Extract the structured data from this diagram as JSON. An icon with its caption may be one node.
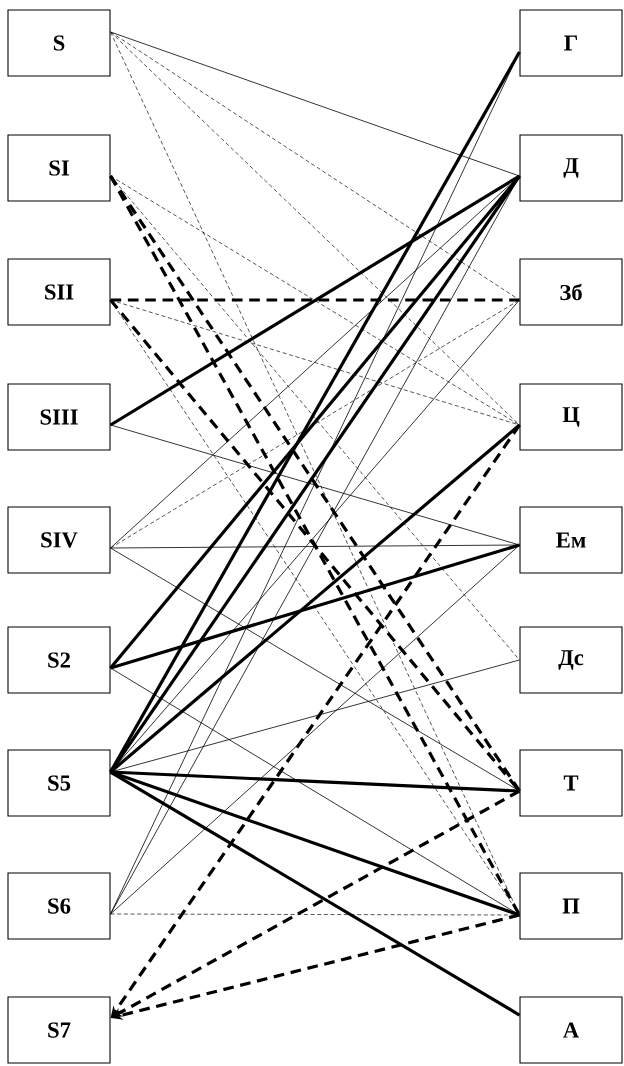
{
  "diagram": {
    "nodes": [
      {
        "text": [
          "S"
        ]
      },
      {
        "text": [
          "SI"
        ]
      },
      {
        "text": [
          "SII"
        ]
      },
      {
        "text": [
          "SIII"
        ]
      },
      {
        "text": [
          "SIV"
        ]
      },
      {
        "text": [
          "S2"
        ]
      },
      {
        "text": [
          "S5"
        ]
      },
      {
        "text": [
          "S6"
        ]
      },
      {
        "text": [
          "S7"
        ]
      },
      {
        "text": [
          "Г"
        ]
      },
      {
        "text": [
          "Д"
        ]
      },
      {
        "text": [
          "Зб"
        ]
      },
      {
        "text": [
          "Ц"
        ]
      },
      {
        "text": [
          "Ем"
        ]
      },
      {
        "text": [
          "Дс"
        ]
      },
      {
        "text": [
          "Т"
        ]
      },
      {
        "text": [
          "П"
        ]
      },
      {
        "text": [
          "А"
        ]
      }
    ],
    "edges": [
      {
        "from": 0,
        "to": 10,
        "arrow": "none"
      },
      {
        "from": 0,
        "to": 11,
        "arrow": "none",
        "style": "dashed"
      },
      {
        "from": 0,
        "to": 12,
        "arrow": "none",
        "style": "dashed"
      },
      {
        "from": 0,
        "to": 16,
        "arrow": "none",
        "style": "dashed"
      },
      {
        "from": 1,
        "to": 12,
        "arrow": "none",
        "style": "dashed"
      },
      {
        "from": 1,
        "to": 14,
        "arrow": "none",
        "style": "dashed"
      },
      {
        "from": 1,
        "to": 15,
        "arrow": "none",
        "style": "dashed"
      },
      {
        "from": 1,
        "to": 16,
        "arrow": "none",
        "style": "dashed"
      },
      {
        "from": 2,
        "to": 11,
        "arrow": "none",
        "style": "dashed"
      },
      {
        "from": 2,
        "to": 12,
        "arrow": "none",
        "style": "dashed"
      },
      {
        "from": 2,
        "to": 16,
        "arrow": "none",
        "style": "dashed"
      },
      {
        "from": 2,
        "to": 15,
        "arrow": "none",
        "style": "dashed"
      },
      {
        "from": 3,
        "to": 10,
        "arrow": "none",
        "style": "thick"
      },
      {
        "from": 3,
        "to": 13,
        "arrow": "none"
      },
      {
        "from": 4,
        "to": 10,
        "arrow": "none"
      },
      {
        "from": 4,
        "to": 11,
        "arrow": "none",
        "style": "dashed"
      },
      {
        "from": 4,
        "to": 13,
        "arrow": "none"
      },
      {
        "from": 4,
        "to": 15,
        "arrow": "none"
      },
      {
        "from": 5,
        "to": 10,
        "arrow": "none",
        "style": "thick"
      },
      {
        "from": 5,
        "to": 13,
        "arrow": "none",
        "style": "thick"
      },
      {
        "from": 5,
        "to": 16,
        "arrow": "none"
      },
      {
        "from": 6,
        "to": 9,
        "arrow": "none",
        "style": "thick"
      },
      {
        "from": 6,
        "to": 10,
        "arrow": "none",
        "style": "thick"
      },
      {
        "from": 6,
        "to": 11,
        "arrow": "none"
      },
      {
        "from": 6,
        "to": 12,
        "arrow": "none",
        "style": "thick"
      },
      {
        "from": 6,
        "to": 14,
        "arrow": "none"
      },
      {
        "from": 6,
        "to": 15,
        "arrow": "none",
        "style": "thick"
      },
      {
        "from": 6,
        "to": 16,
        "arrow": "none",
        "style": "thick"
      },
      {
        "from": 6,
        "to": 17,
        "arrow": "none",
        "style": "thick"
      },
      {
        "from": 7,
        "to": 9,
        "arrow": "none"
      },
      {
        "from": 7,
        "to": 10,
        "arrow": "none"
      },
      {
        "from": 7,
        "to": 13,
        "arrow": "none"
      },
      {
        "from": 7,
        "to": 16,
        "arrow": "none",
        "style": "dashed"
      },
      {
        "from": 12,
        "to": 8,
        "arrow": "to",
        "style": "dashed"
      },
      {
        "from": 15,
        "to": 8,
        "arrow": "to",
        "style": "dashed"
      },
      {
        "from": 16,
        "to": 8,
        "arrow": "to",
        "style": "dashed"
      }
    ]
  }
}
